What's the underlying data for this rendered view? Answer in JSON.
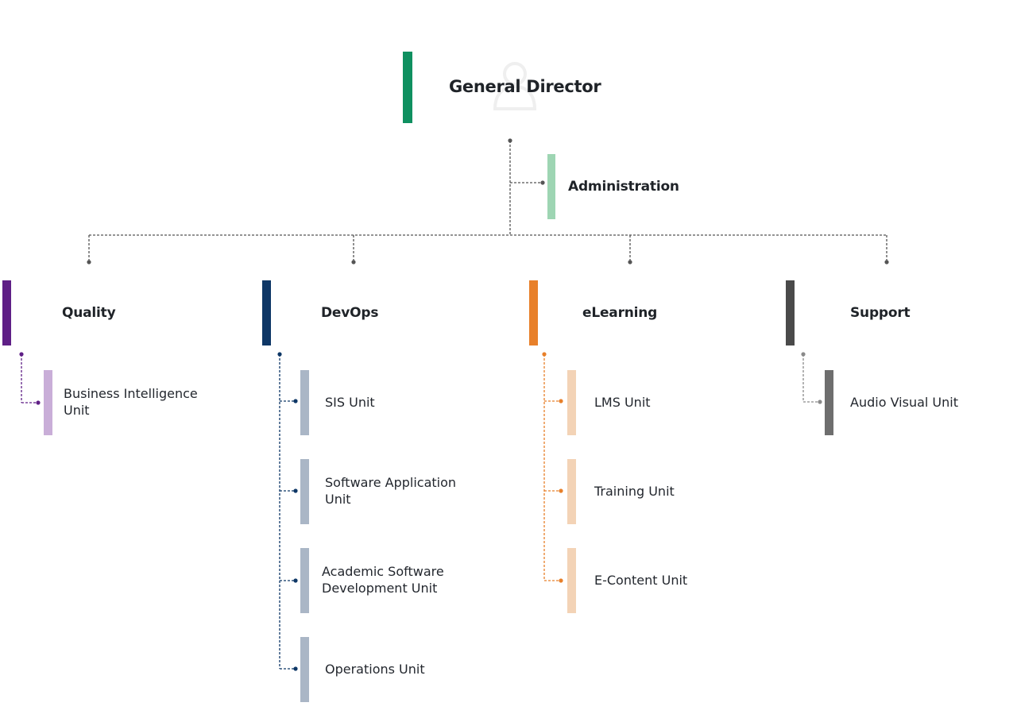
{
  "colors": {
    "director": "#0f9060",
    "administration": "#9ed5b3",
    "quality": "#5f1f86",
    "quality_unit": "#c9aed8",
    "devops": "#0e3766",
    "devops_unit": "#aab6c6",
    "elearning": "#e8802a",
    "elearning_unit": "#f3d3b6",
    "support": "#4a4a4a",
    "support_unit": "#6e6e6e",
    "connector": "#555555"
  },
  "director": {
    "label": "General Director",
    "icon": "user-icon"
  },
  "administration": {
    "label": "Administration"
  },
  "departments": [
    {
      "id": "quality",
      "label": "Quality",
      "units": [
        "Business Intelligence Unit"
      ]
    },
    {
      "id": "devops",
      "label": "DevOps",
      "units": [
        "SIS Unit",
        "Software Application Unit",
        "Academic Software Development Unit",
        "Operations Unit"
      ]
    },
    {
      "id": "elearning",
      "label": "eLearning",
      "units": [
        "LMS Unit",
        "Training Unit",
        "E-Content Unit"
      ]
    },
    {
      "id": "support",
      "label": "Support",
      "units": [
        "Audio Visual Unit"
      ]
    }
  ]
}
